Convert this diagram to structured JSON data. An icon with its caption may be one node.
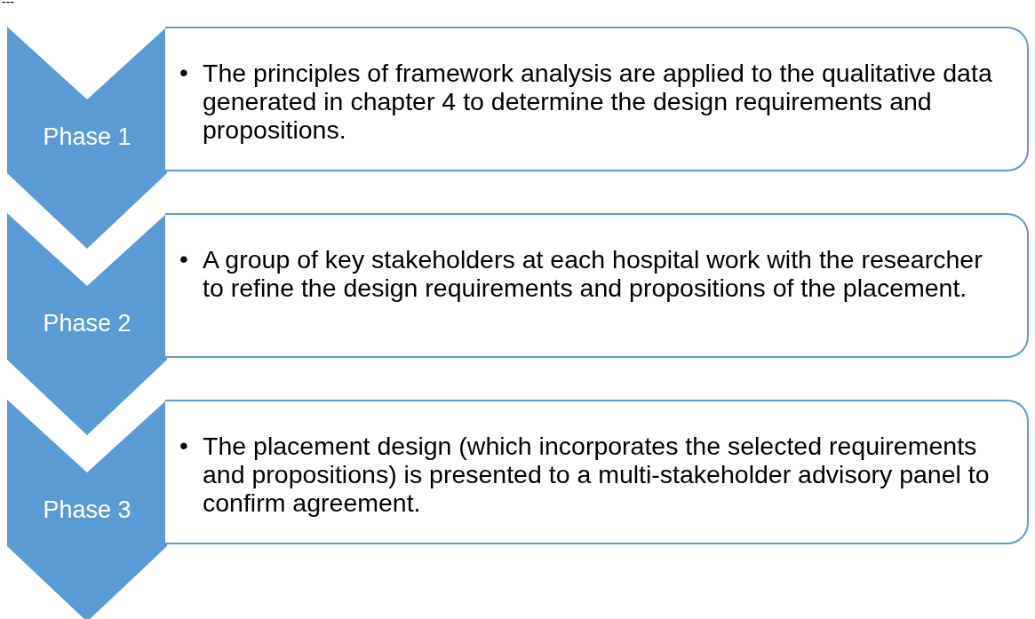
{
  "diagram": {
    "nodes": [
      {
        "text": [
          "Phase 1"
        ]
      },
      {
        "text": [
          "•",
          "The principles of framework analysis are applied to the qualitative data generated in chapter 4 to determine the design requirements and propositions."
        ]
      },
      {
        "text": [
          "Phase 2"
        ]
      },
      {
        "text": [
          "•",
          "A group of key stakeholders at each hospital work with the researcher to refine the design requirements and propositions of the placement."
        ]
      },
      {
        "text": [
          "Phase 3"
        ]
      },
      {
        "text": [
          "•",
          "The placement design (which incorporates the selected requirements and propositions) is presented to a multi-stakeholder advisory panel to confirm agreement."
        ]
      }
    ],
    "labels": [
      "---"
    ]
  }
}
